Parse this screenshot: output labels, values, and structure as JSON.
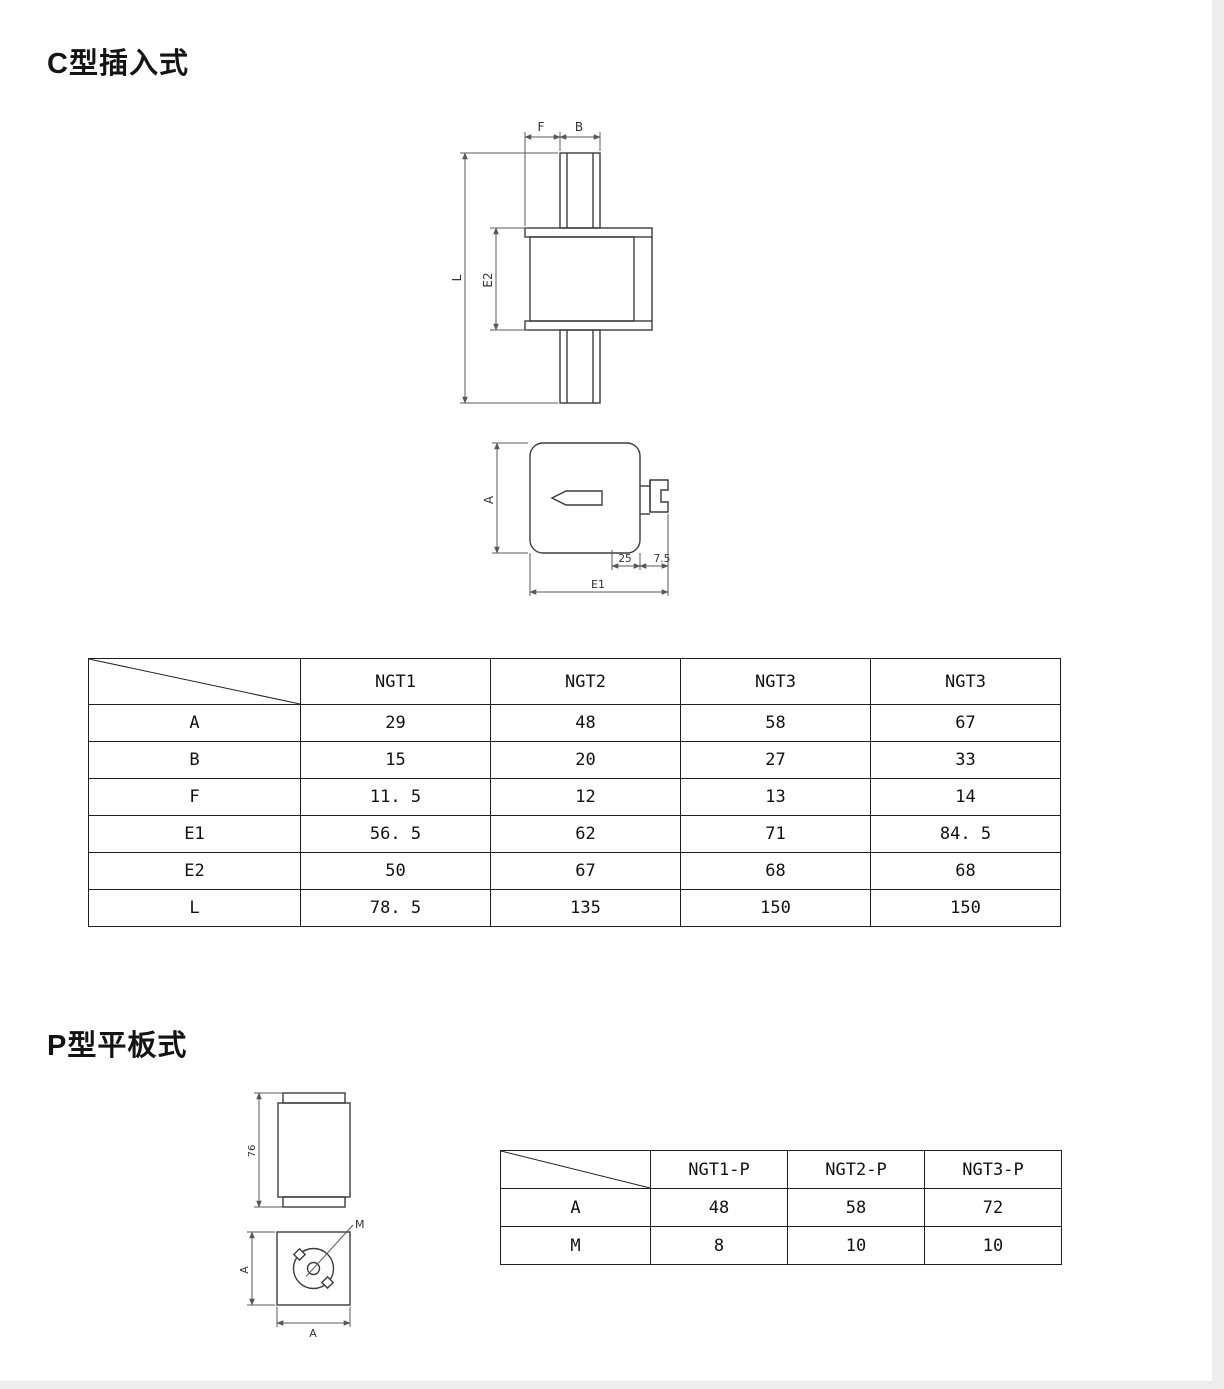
{
  "sections": {
    "c_type": {
      "title": "C型插入式"
    },
    "p_type": {
      "title": "P型平板式"
    }
  },
  "drawings": {
    "c_side": {
      "dim_f": "F",
      "dim_b": "B",
      "dim_l": "L",
      "dim_e2": "E2"
    },
    "c_top": {
      "dim_a": "A",
      "dim_25": "25",
      "dim_75": "7.5",
      "dim_e1": "E1"
    },
    "p_side": {
      "dim_76": "76"
    },
    "p_bottom": {
      "dim_a_left": "A",
      "dim_a_bottom": "A",
      "dim_m": "M"
    }
  },
  "table1": {
    "headers": [
      "NGT1",
      "NGT2",
      "NGT3",
      "NGT3"
    ],
    "rows": [
      {
        "label": "A",
        "values": [
          "29",
          "48",
          "58",
          "67"
        ]
      },
      {
        "label": "B",
        "values": [
          "15",
          "20",
          "27",
          "33"
        ]
      },
      {
        "label": "F",
        "values": [
          "11. 5",
          "12",
          "13",
          "14"
        ]
      },
      {
        "label": "E1",
        "values": [
          "56. 5",
          "62",
          "71",
          "84. 5"
        ]
      },
      {
        "label": "E2",
        "values": [
          "50",
          "67",
          "68",
          "68"
        ]
      },
      {
        "label": "L",
        "values": [
          "78. 5",
          "135",
          "150",
          "150"
        ]
      }
    ]
  },
  "table2": {
    "headers": [
      "NGT1-P",
      "NGT2-P",
      "NGT3-P"
    ],
    "rows": [
      {
        "label": "A",
        "values": [
          "48",
          "58",
          "72"
        ]
      },
      {
        "label": "M",
        "values": [
          "8",
          "10",
          "10"
        ]
      }
    ]
  }
}
